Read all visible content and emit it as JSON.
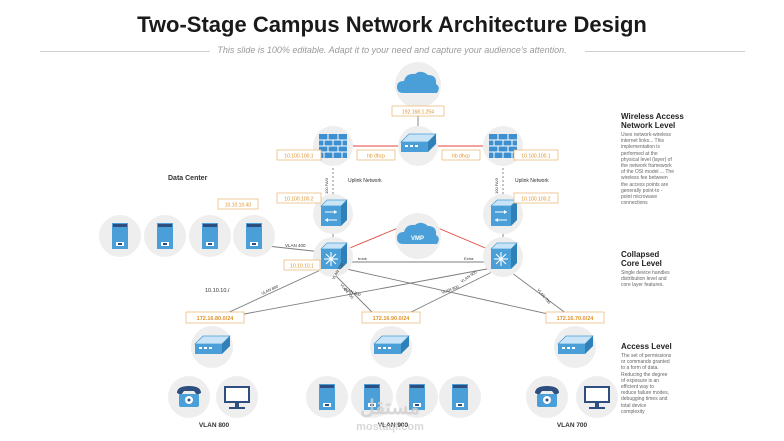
{
  "header": {
    "title": "Two-Stage Campus Network Architecture Design",
    "subtitle": "This slide is 100% editable. Adapt it to your need and capture your audience’s attention."
  },
  "colors": {
    "device_blue": "#4a9fd8",
    "device_light": "#c9e4f6",
    "firewall_blue": "#3d8fcf",
    "link_red": "#e0443a",
    "link_gray": "#7d7d7d",
    "ip_orange": "#e0932b",
    "circle_bg": "#eeeeee",
    "server_navy": "#2d4e7e"
  },
  "labels": {
    "top_ip": "192.168.1.254",
    "left_fw_ip": "10.100.100.1",
    "right_fw_ip": "10.100.100.1",
    "left_hb": "hb dhcp",
    "right_hb": "hb dhcp",
    "data_center": "Data Center",
    "uplink_left": "Uplink Network",
    "uplink_right": "Uplink Network",
    "vert_left": "100 FA/3",
    "vert_right": "100 FA/3",
    "left_agg_ip": "10.100.100.2",
    "right_agg_ip": "10.100.100.2",
    "dc_ip": "10.10.10.40",
    "vlan400": "VLAN 400",
    "core_left_ip": "10.10.10.1",
    "vmp": "VMP",
    "trunk": "trunk",
    "extra_link": "Extra",
    "ip_10": "10.10.10./",
    "vlan800_a": "VLAN 800",
    "vlan800_b": "VLAN 800",
    "vlan800_c": "VLAN 800",
    "vlan900_left": "VLAN 900",
    "vlan900_right": "VLAN 900",
    "vlan700_a": "VLAN 700",
    "vlan700_b": "VLAN 700",
    "subnet_left": "172.16.80.0/24",
    "subnet_mid": "172.16.90.0/24",
    "subnet_right": "172.16.70.0/24",
    "vlan800_bottom": "VLAN 800",
    "vlan900_bottom": "VLAN 900",
    "vlan700_bottom": "VLAN 700"
  },
  "side_panel": [
    {
      "title_lines": [
        "Wireless Access",
        "Network Level"
      ],
      "desc_lines": [
        "Uses network-wireless",
        "internet links... This",
        "implementation is",
        "performed at the",
        "physical level (layer) of",
        "the network framework",
        "of the OSI model ... The",
        "wireless fee between",
        "the access points are",
        "generally point-to -",
        "point microwave",
        "connections"
      ]
    },
    {
      "title_lines": [
        "Collapsed",
        "Core Level"
      ],
      "desc_lines": [
        "Single device handles",
        "distribution level and",
        "core layer features."
      ]
    },
    {
      "title_lines": [
        "Access Level"
      ],
      "desc_lines": [
        "The set of permissions",
        "or commands granted",
        "to a form of data.",
        "Reducing the degree",
        "of exposure is an",
        "efficient way to",
        "reduce failure modes,",
        "debugging times and",
        "total device",
        "complexity"
      ]
    }
  ],
  "watermark": {
    "line1": "مستقل",
    "line2": "mostaql.com"
  }
}
